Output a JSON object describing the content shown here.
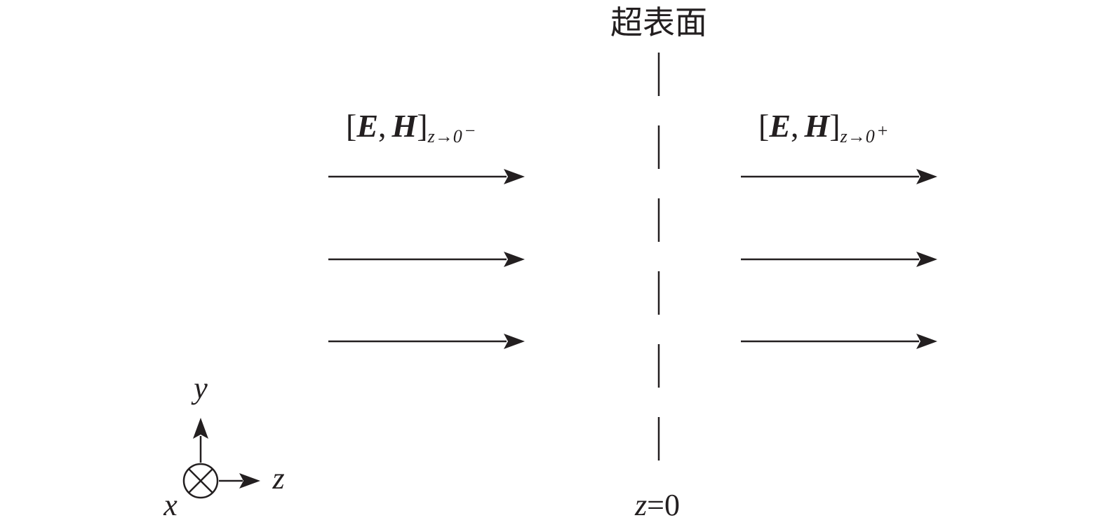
{
  "title": "超表面",
  "left_field": {
    "bracket_open": "[",
    "E": "E",
    "comma": ",",
    "H": "H",
    "bracket_close": "]",
    "subscript": "z→0",
    "superscript_sign": "−"
  },
  "right_field": {
    "bracket_open": "[",
    "E": "E",
    "comma": ",",
    "H": "H",
    "bracket_close": "]",
    "subscript": "z→0",
    "superscript_sign": "+"
  },
  "plane_label": "z=0",
  "axes": {
    "y_label": "y",
    "z_label": "z",
    "x_label": "x",
    "x_symbol": "into-page-cross-icon"
  },
  "colors": {
    "ink": "#231f20",
    "background": "#ffffff"
  }
}
